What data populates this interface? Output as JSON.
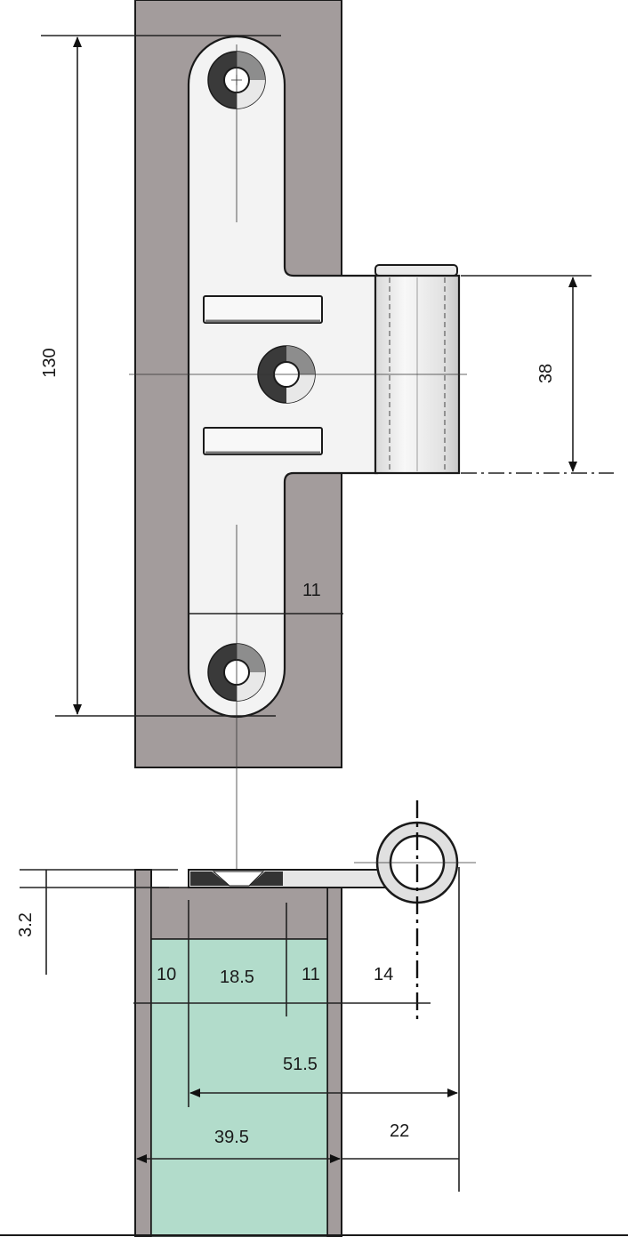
{
  "drawing": {
    "colors": {
      "frame": "#a39c9c",
      "plate": "#f3f3f3",
      "glass": "#b2dccb",
      "outline": "#1a1a1a",
      "dark": "#3a3a3a"
    },
    "dimensions": {
      "overall_height": "130",
      "knuckle_length": "38",
      "edge_offset_top": "11",
      "plate_thickness": "3.2",
      "offset_left": "10",
      "offset_mid": "18.5",
      "offset_right": "11",
      "knuckle_offset": "14",
      "to_axis": "51.5",
      "rebate_width": "39.5",
      "axis_to_edge": "22"
    }
  }
}
